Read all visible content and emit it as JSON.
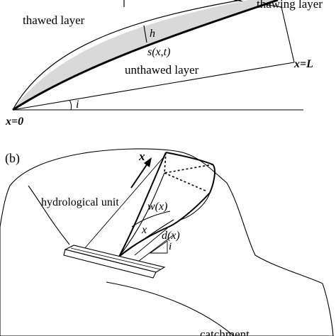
{
  "panel_a": {
    "thawed_layer": "thawed layer",
    "thawing_layer": "thawing layer",
    "h": "h",
    "s_xt": "s(x,t)",
    "unthawed_layer": "unthawed layer",
    "x_equals_L": "x=L",
    "slope_i": "i",
    "x_equals_0": "x=0"
  },
  "panel_b": {
    "panel_label": "(b)",
    "x_axis": "x",
    "hydrological_unit": "hydrological unit",
    "w_x": "w(x)",
    "x_inner": "x",
    "d_x": "d(x)",
    "slope_i": "i",
    "catchment": "catchment"
  },
  "colors": {
    "thawing_fill": "#d9d9d9",
    "line": "#000000"
  }
}
